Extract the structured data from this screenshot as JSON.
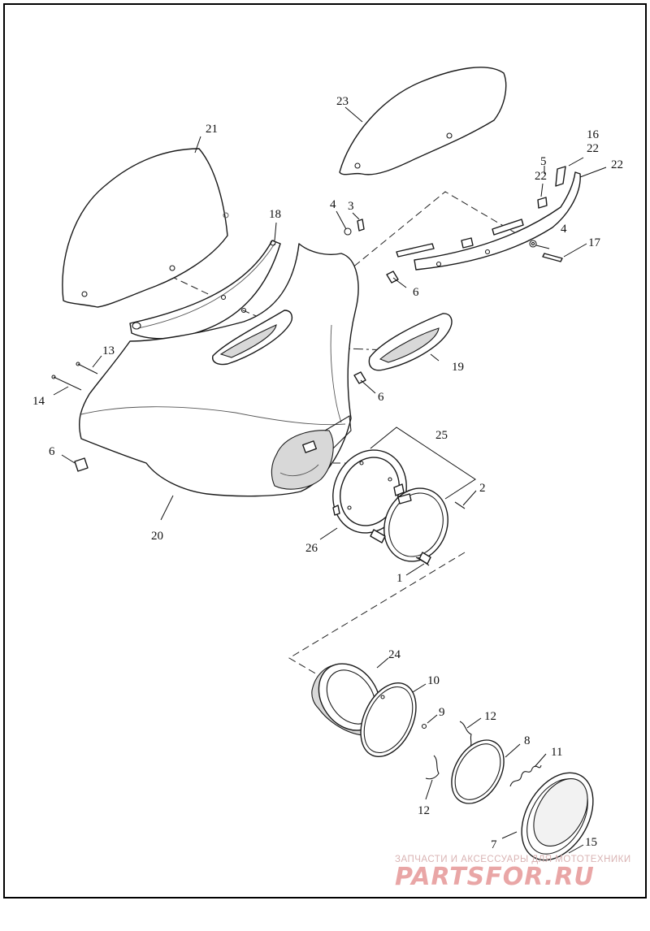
{
  "diagram": {
    "callouts": {
      "c1": "1",
      "c2": "2",
      "c3": "3",
      "c4a": "4",
      "c4b": "4",
      "c5": "5",
      "c6a": "6",
      "c6b": "6",
      "c6c": "6",
      "c7": "7",
      "c8": "8",
      "c9": "9",
      "c10": "10",
      "c11": "11",
      "c12a": "12",
      "c12b": "12",
      "c13": "13",
      "c14": "14",
      "c15": "15",
      "c16": "16",
      "c17": "17",
      "c18": "18",
      "c19": "19",
      "c20": "20",
      "c21": "21",
      "c22a": "22",
      "c22b": "22",
      "c22c": "22",
      "c23": "23",
      "c24": "24",
      "c25": "25",
      "c26": "26"
    }
  },
  "watermark": {
    "tagline": "ЗАПЧАСТИ И АКСЕССУАРЫ ДЛЯ МОТОТЕХНИКИ",
    "brand": "PARTSFOR.RU",
    "color": "#e9a6a6"
  }
}
